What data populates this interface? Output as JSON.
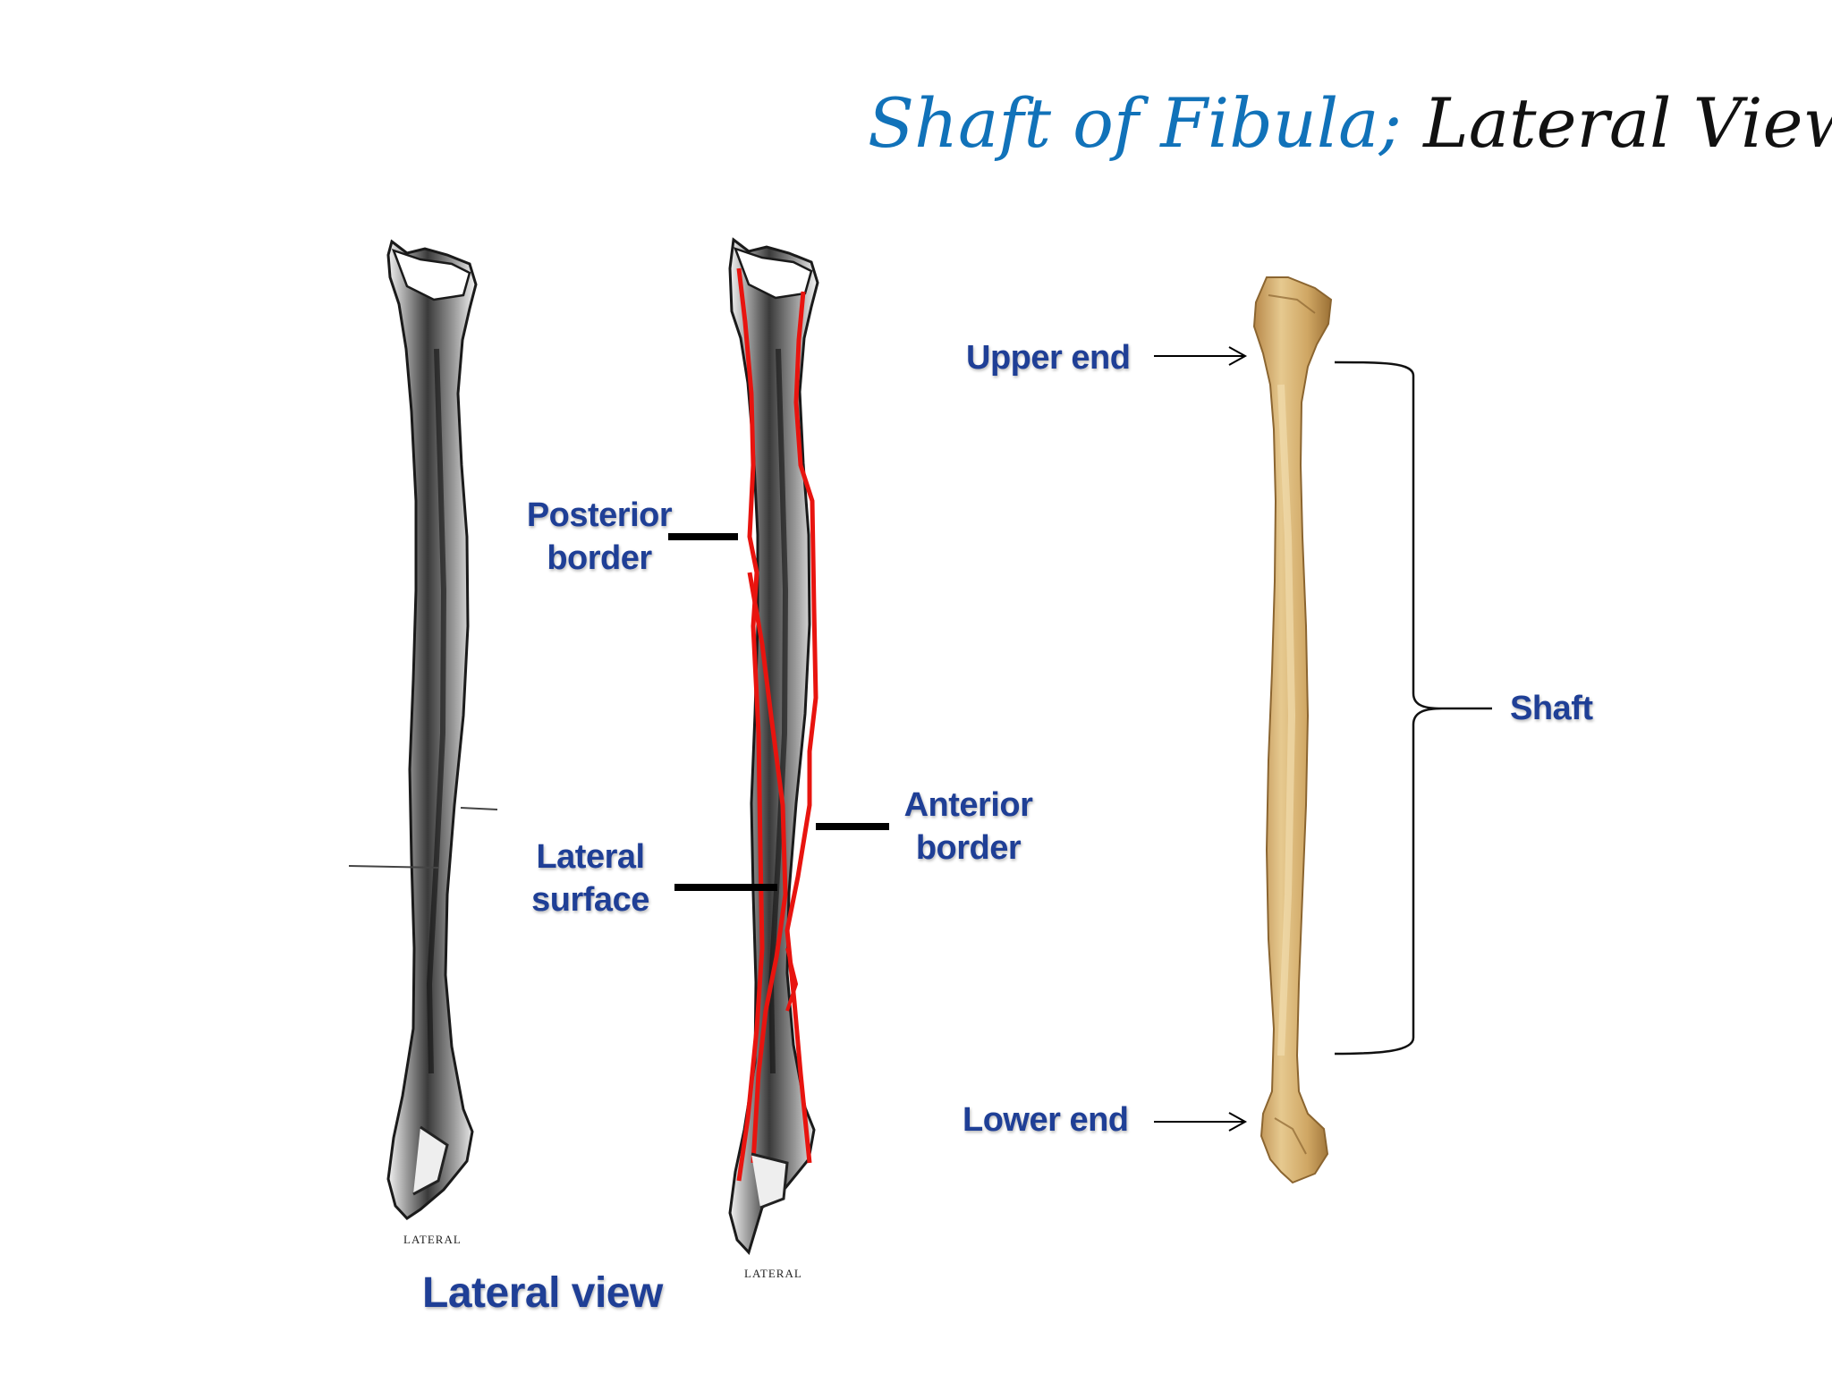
{
  "title": {
    "part1": "Shaft of  Fibula;",
    "part2": "Lateral View"
  },
  "labels": {
    "posterior_line1": "Posterior",
    "posterior_line2": "border",
    "lateral_line1": "Lateral",
    "lateral_line2": "surface",
    "anterior_line1": "Anterior",
    "anterior_line2": "border",
    "upper_end": "Upper end",
    "lower_end": "Lower end",
    "shaft": "Shaft",
    "lateral_view": "Lateral view",
    "small_lateral_1": "LATERAL",
    "small_lateral_2": "LATERAL"
  },
  "colors": {
    "title_blue": "#1172b9",
    "label_blue": "#1f3f96",
    "border_line_red": "#e8140f",
    "bone_tan": "#c9a45e"
  }
}
